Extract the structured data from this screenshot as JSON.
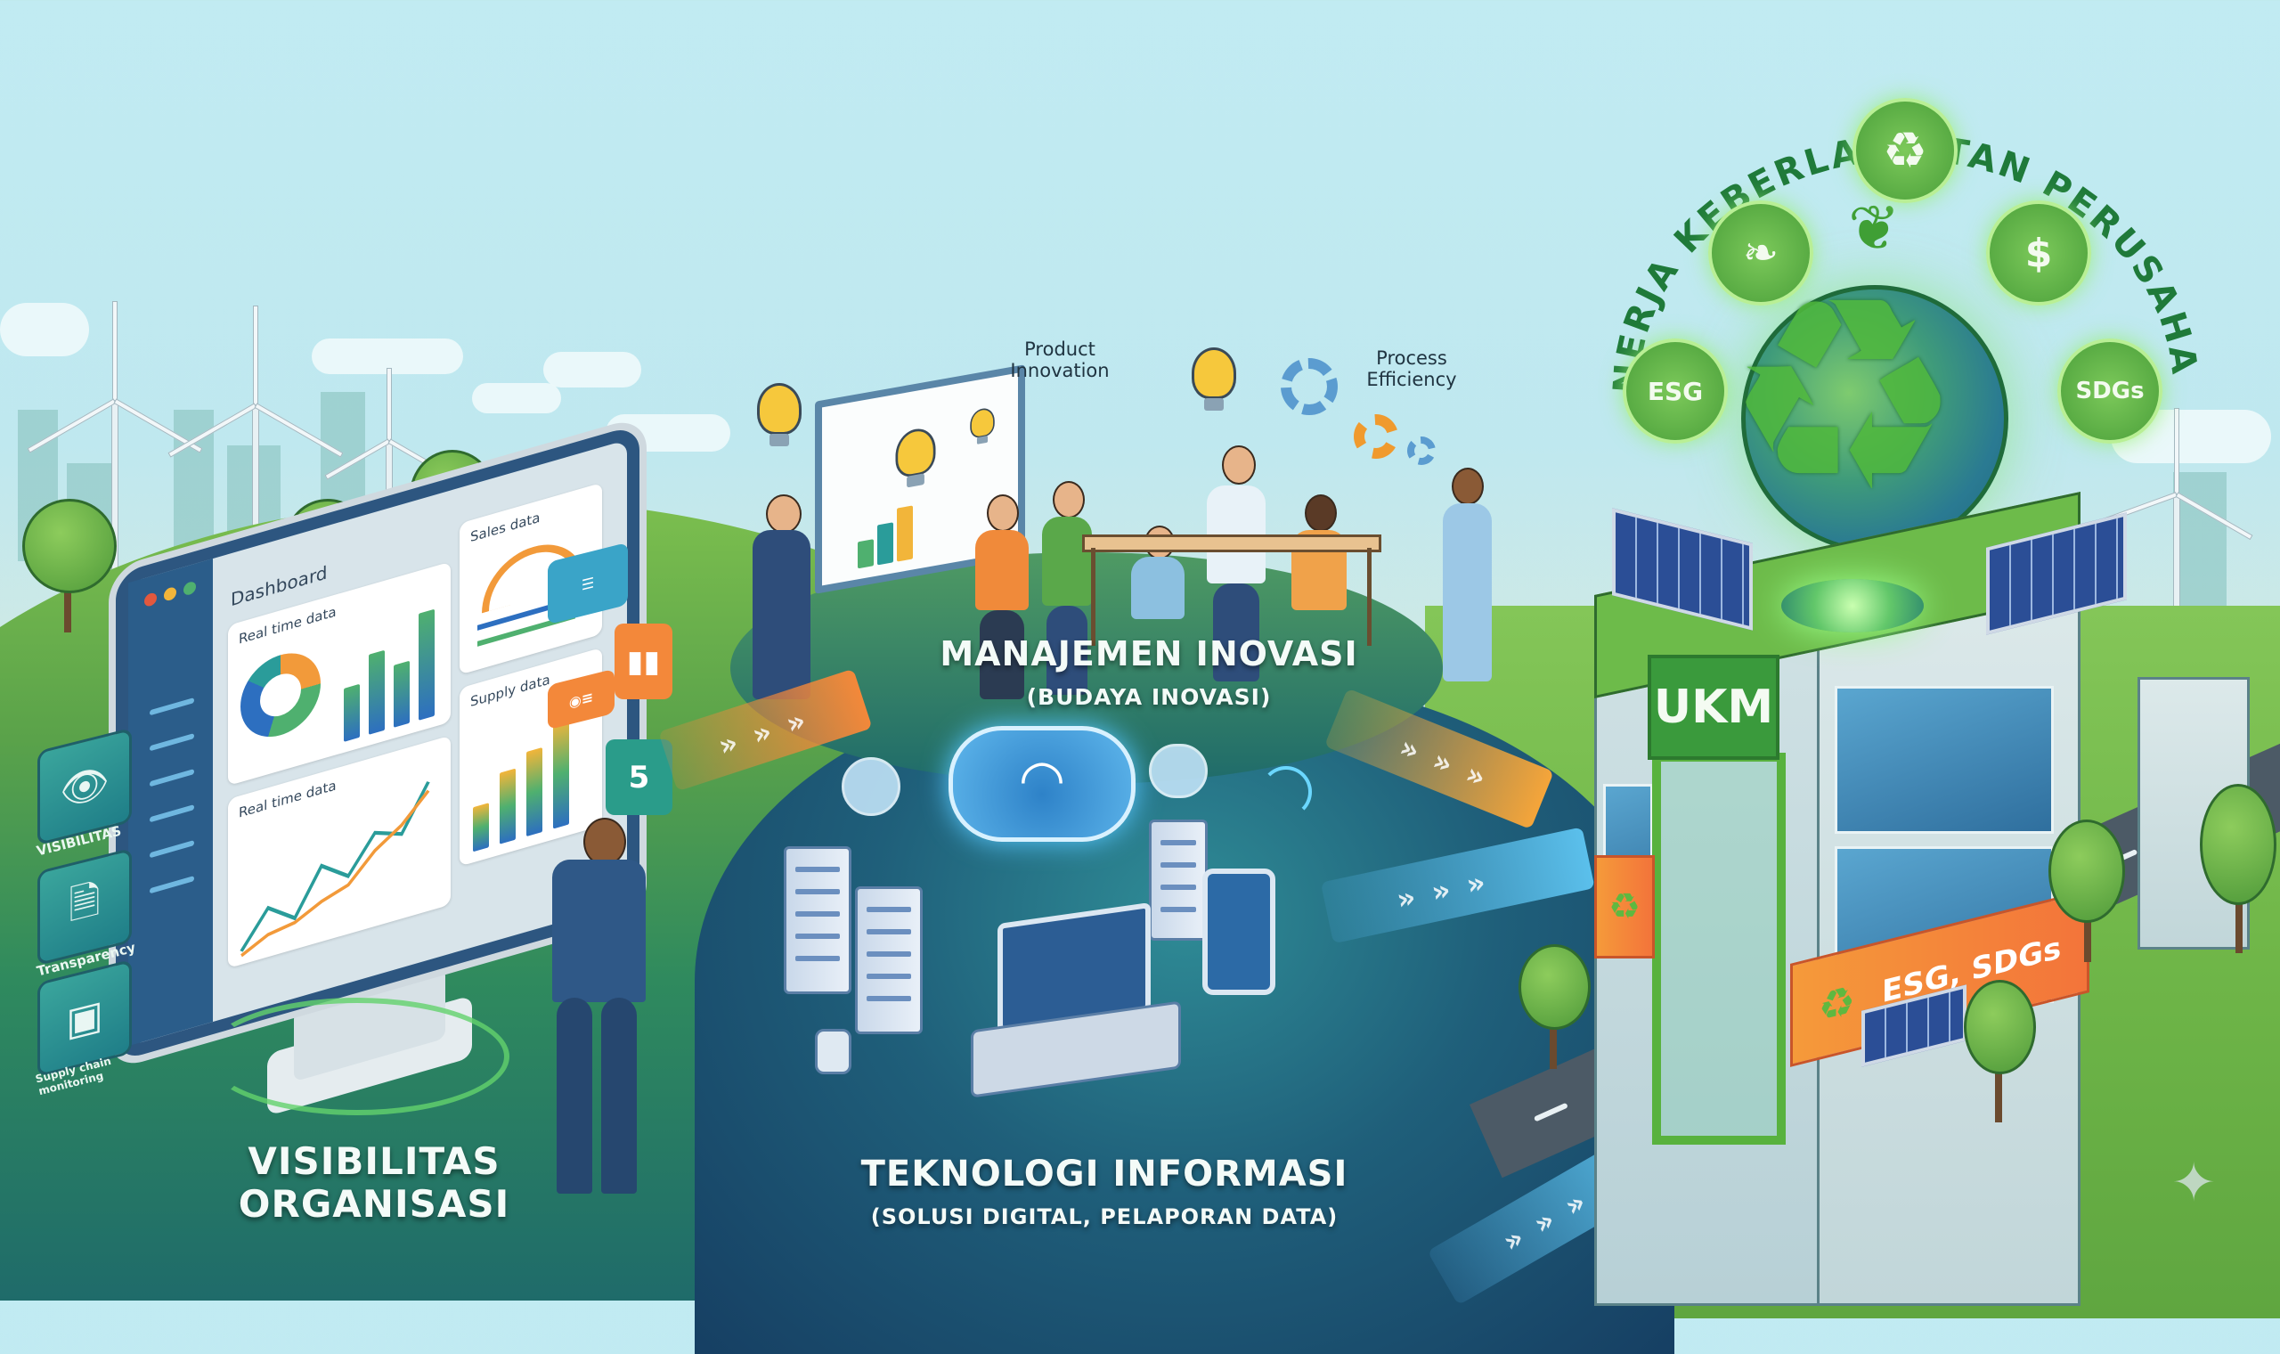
{
  "figure": {
    "title_arc": "KINERJA KEBERLANJUTAN PERUSAHAAN",
    "colors": {
      "sky": "#c1ebf2",
      "accent_green": "#4fb83c",
      "title_green": "#1f7a3a",
      "orange": "#f3883a",
      "tech_blue": "#1f5f7a",
      "label_white": "#f4fbf8"
    }
  },
  "section_visibility": {
    "label_line1": "VISIBILITAS",
    "label_line2": "ORGANISASI",
    "side_badges": [
      {
        "icon": "eye-icon",
        "label": "VISIBILITAS"
      },
      {
        "icon": "document-search-icon",
        "label": "Transparency"
      },
      {
        "icon": "boxes-icon",
        "label": "Supply chain monitoring"
      }
    ],
    "dashboard": {
      "title": "Dashboard",
      "cards": [
        {
          "title": "Real time data",
          "type": "donut+bar"
        },
        {
          "title": "Sales data",
          "type": "gauge"
        },
        {
          "title": "Real time data",
          "type": "line"
        },
        {
          "title": "Supply data",
          "type": "stacked-bar"
        }
      ],
      "window_dots": [
        "#e2583e",
        "#f2b53a",
        "#4fb06f"
      ]
    },
    "floating_panels": [
      {
        "icon": "chat-card-icon",
        "color": "#3aa4c8"
      },
      {
        "icon": "list-card-icon",
        "color": "#f3883a"
      },
      {
        "icon": "bar-chart-icon",
        "color": "#f3883a"
      },
      {
        "icon": "badge-5-icon",
        "color": "#2a9c8a",
        "text": "5"
      }
    ]
  },
  "section_innovation": {
    "label": "MANAJEMEN INOVASI",
    "sublabel": "(BUDAYA INOVASI)",
    "annotations": [
      {
        "text_line1": "Product",
        "text_line2": "Innovation"
      },
      {
        "text_line1": "Process",
        "text_line2": "Efficiency"
      }
    ]
  },
  "section_technology": {
    "label": "TEKNOLOGI INFORMASI",
    "sublabel": "(SOLUSI DIGITAL, PELAPORAN DATA)"
  },
  "section_sustainability": {
    "icons": [
      {
        "name": "leaf-icon",
        "label": ""
      },
      {
        "name": "recycle-icon",
        "label": ""
      },
      {
        "name": "money-hand-icon",
        "label": ""
      },
      {
        "name": "esg-badge",
        "label": "ESG"
      },
      {
        "name": "sdgs-badge",
        "label": "SDGs"
      }
    ],
    "building_sign": "UKM",
    "building_banner": "ESG, SDGs"
  },
  "watermark": {
    "icon": "sparkle-icon"
  }
}
